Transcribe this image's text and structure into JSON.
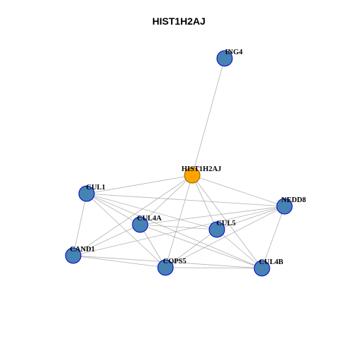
{
  "title": "HIST1H2AJ",
  "colors": {
    "focus_node": "#FFA500",
    "other_node": "#4682B4",
    "focus_border": "#8B5A00",
    "other_border": "#0000CD",
    "edge": "#B0B0B0"
  },
  "nodes": [
    {
      "id": "HIST1H2AJ",
      "label": "HIST1H2AJ",
      "role": "focus"
    },
    {
      "id": "ING4",
      "label": "ING4",
      "role": "neighbor"
    },
    {
      "id": "CUL1",
      "label": "CUL1",
      "role": "neighbor"
    },
    {
      "id": "NEDD8",
      "label": "NEDD8",
      "role": "neighbor"
    },
    {
      "id": "CUL4A",
      "label": "CUL4A",
      "role": "neighbor"
    },
    {
      "id": "CUL5",
      "label": "CUL5",
      "role": "neighbor"
    },
    {
      "id": "CAND1",
      "label": "CAND1",
      "role": "neighbor"
    },
    {
      "id": "COPS5",
      "label": "COPS5",
      "role": "neighbor"
    },
    {
      "id": "CUL4B",
      "label": "CUL4B",
      "role": "neighbor"
    }
  ],
  "edges": [
    [
      "HIST1H2AJ",
      "ING4"
    ],
    [
      "HIST1H2AJ",
      "CUL1"
    ],
    [
      "HIST1H2AJ",
      "NEDD8"
    ],
    [
      "HIST1H2AJ",
      "CUL4A"
    ],
    [
      "HIST1H2AJ",
      "CUL5"
    ],
    [
      "HIST1H2AJ",
      "CAND1"
    ],
    [
      "HIST1H2AJ",
      "COPS5"
    ],
    [
      "HIST1H2AJ",
      "CUL4B"
    ],
    [
      "CUL1",
      "NEDD8"
    ],
    [
      "CUL1",
      "CUL4A"
    ],
    [
      "CUL1",
      "CUL5"
    ],
    [
      "CUL1",
      "CAND1"
    ],
    [
      "CUL1",
      "COPS5"
    ],
    [
      "CUL1",
      "CUL4B"
    ],
    [
      "NEDD8",
      "CUL4A"
    ],
    [
      "NEDD8",
      "CUL5"
    ],
    [
      "NEDD8",
      "CAND1"
    ],
    [
      "NEDD8",
      "COPS5"
    ],
    [
      "NEDD8",
      "CUL4B"
    ],
    [
      "CUL4A",
      "CUL5"
    ],
    [
      "CUL4A",
      "CAND1"
    ],
    [
      "CUL4A",
      "COPS5"
    ],
    [
      "CUL4A",
      "CUL4B"
    ],
    [
      "CUL5",
      "COPS5"
    ],
    [
      "CUL5",
      "CUL4B"
    ],
    [
      "CAND1",
      "COPS5"
    ],
    [
      "CAND1",
      "CUL4B"
    ],
    [
      "COPS5",
      "CUL4B"
    ]
  ]
}
